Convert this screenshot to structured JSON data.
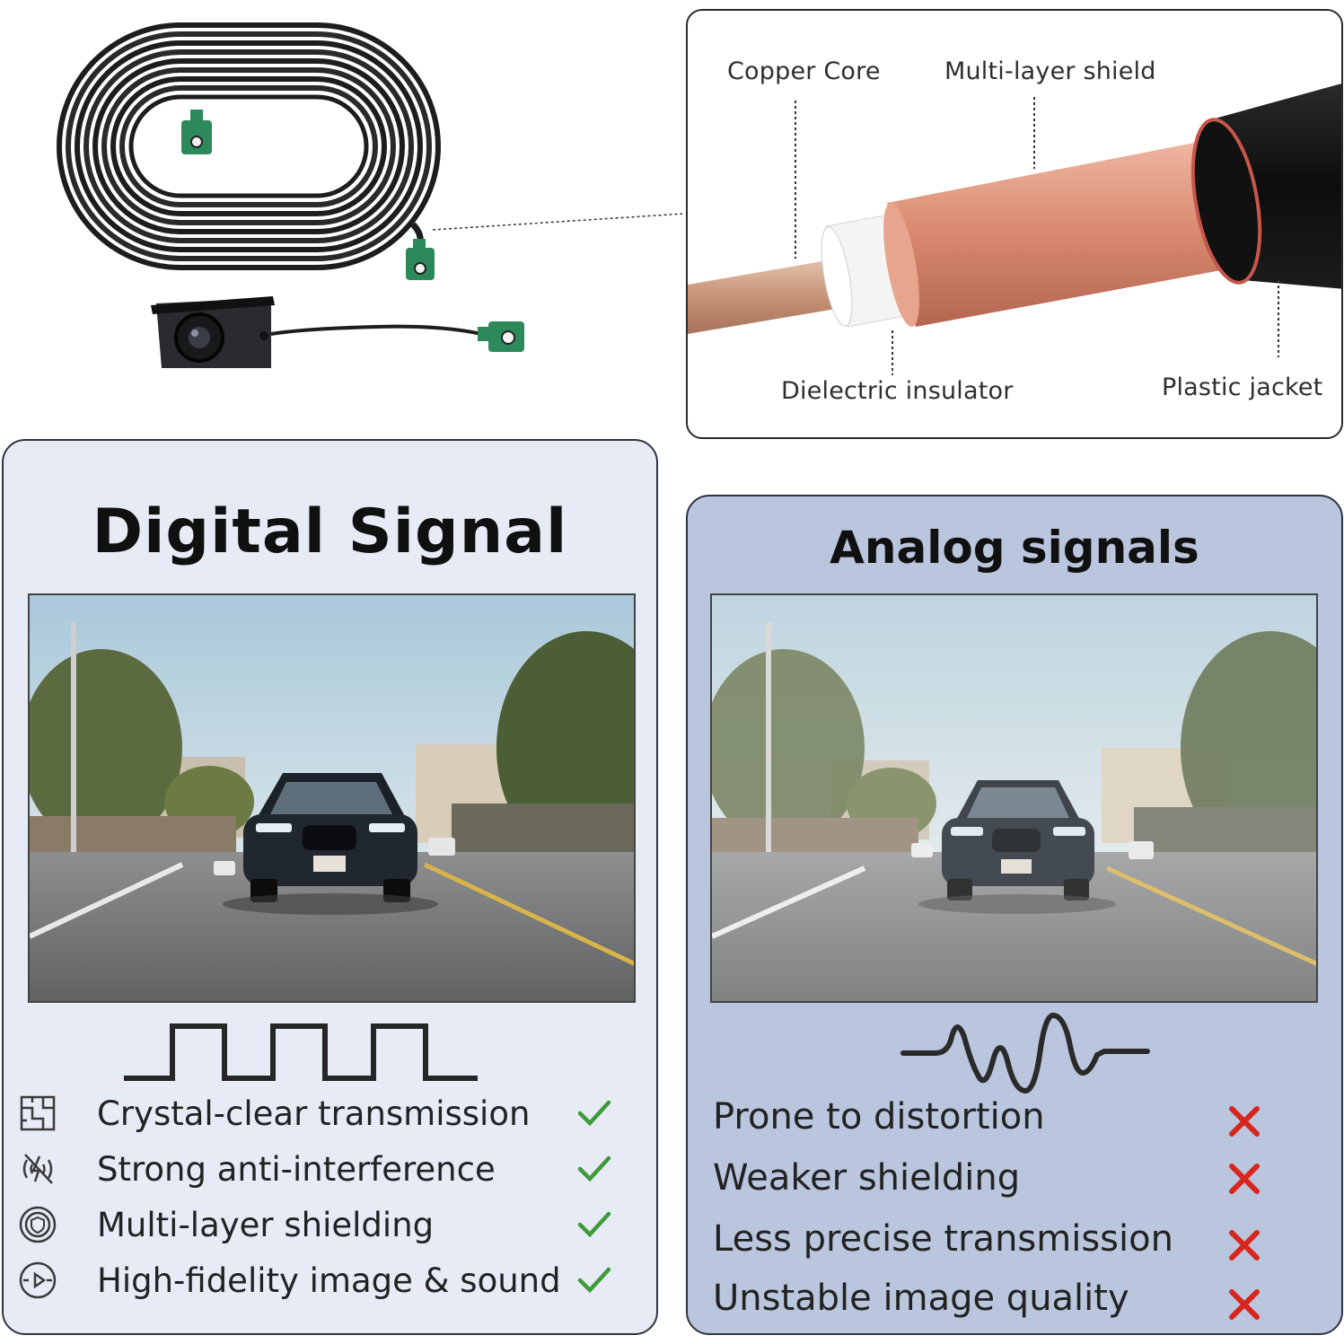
{
  "cable_section": {
    "labels": {
      "copper_core": "Copper Core",
      "shield": "Multi-layer shield",
      "insulator": "Dielectric insulator",
      "jacket": "Plastic jacket"
    }
  },
  "digital": {
    "title": "Digital Signal",
    "features": [
      {
        "label": "Crystal-clear transmission",
        "icon": "circuit-icon",
        "status": "check"
      },
      {
        "label": "Strong anti-interference",
        "icon": "no-signal-icon",
        "status": "check"
      },
      {
        "label": "Multi-layer shielding",
        "icon": "shield-target-icon",
        "status": "check"
      },
      {
        "label": "High-fidelity image & sound",
        "icon": "play-wave-icon",
        "status": "check"
      }
    ]
  },
  "analog": {
    "title": "Analog signals",
    "features": [
      {
        "label": "Prone to distortion",
        "status": "cross"
      },
      {
        "label": "Weaker shielding",
        "status": "cross"
      },
      {
        "label": "Less precise transmission",
        "status": "cross"
      },
      {
        "label": "Unstable image quality",
        "status": "cross"
      }
    ]
  },
  "colors": {
    "check": "#3f9a3b",
    "cross": "#d7261e",
    "connector": "#2c8a5a",
    "copper": "#d99a84",
    "digital_panel": "#e7ebf6",
    "analog_panel": "#b9c6de"
  }
}
